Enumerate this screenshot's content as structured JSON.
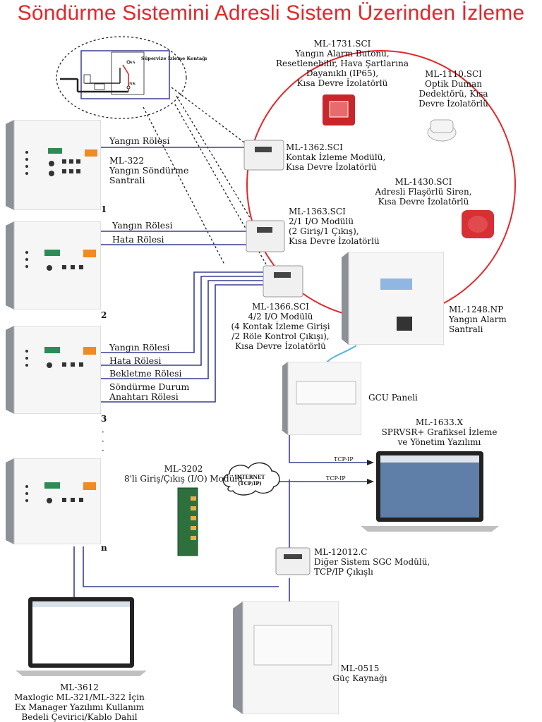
{
  "title": "Söndürme Sistemini Adresli Sistem Üzerinden İzleme",
  "colors": {
    "title": "#e3262b",
    "loop": "#e3262b",
    "wire": "#3a3f8f",
    "link": "#5ab4e0"
  },
  "inset": {
    "label": "Süpervize İzleme Kontağı",
    "na": "NA",
    "nk": "NK"
  },
  "panels": [
    {
      "number": "1",
      "relays": [
        "Yangın Rölesi"
      ],
      "name": "ML-322",
      "desc": [
        "Yangın Söndürme",
        "Santrali"
      ]
    },
    {
      "number": "2",
      "relays": [
        "Yangın Rölesi",
        "Hata Rölesi"
      ]
    },
    {
      "number": "3",
      "relays": [
        "Yangın Rölesi",
        "Hata Rölesi",
        "Bekletme Rölesi",
        "Söndürme Durum",
        "Anahtarı Rölesi"
      ]
    },
    {
      "number": "n"
    }
  ],
  "ellipsis": "·\n·\n·",
  "modules": {
    "m1731": [
      "ML-1731.SCI",
      "Yangın Alarm Butonu,",
      "Resetlenebilir, Hava Şartlarına",
      "Dayanıklı (IP65),",
      "Kısa Devre İzolatörlü"
    ],
    "m1110": [
      "ML-1110.SCI",
      "Optik Duman",
      "Dedektörü, Kısa",
      "Devre İzolatörlü"
    ],
    "m1362": [
      "ML-1362.SCI",
      "Kontak İzleme Modülü,",
      "Kısa Devre İzolatörlü"
    ],
    "m1430": [
      "ML-1430.SCI",
      "Adresli Flaşörlü Siren,",
      "Kısa Devre İzolatörlü"
    ],
    "m1363": [
      "ML-1363.SCI",
      "2/1 I/O Modülü",
      "(2 Giriş/1 Çıkış),",
      "Kısa Devre İzolatörlü"
    ],
    "m1366": [
      "ML-1366.SCI",
      "4/2 I/O Modülü",
      "(4 Kontak İzleme Girişi",
      "/2 Röle Kontrol Çıkışı),",
      "Kısa Devre İzolatörlü"
    ],
    "m1248": [
      "ML-1248.NP",
      "Yangın Alarm",
      "Santrali"
    ],
    "gcu": "GCU Paneli",
    "m1633": [
      "ML-1633.X",
      "SPRVSR+ Grafiksel İzleme",
      "ve Yönetim Yazılımı"
    ],
    "m3202": [
      "ML-3202",
      "8'li Giriş/Çıkış (I/O) Modülü"
    ],
    "internet": [
      "INTERNET",
      "(TCP/IP)"
    ],
    "tcpip": "TCP-IP",
    "m12012": [
      "ML-12012.C",
      "Diğer Sistem SGC Modülü,",
      "TCP/IP Çıkışlı"
    ],
    "m0515": [
      "ML-0515",
      "Güç Kaynağı"
    ],
    "m3612": [
      "ML-3612",
      "Maxlogic ML-321/ML-322 İçin",
      "Ex Manager Yazılımı Kullanım",
      "Bedeli Çevirici/Kablo Dahil"
    ]
  }
}
